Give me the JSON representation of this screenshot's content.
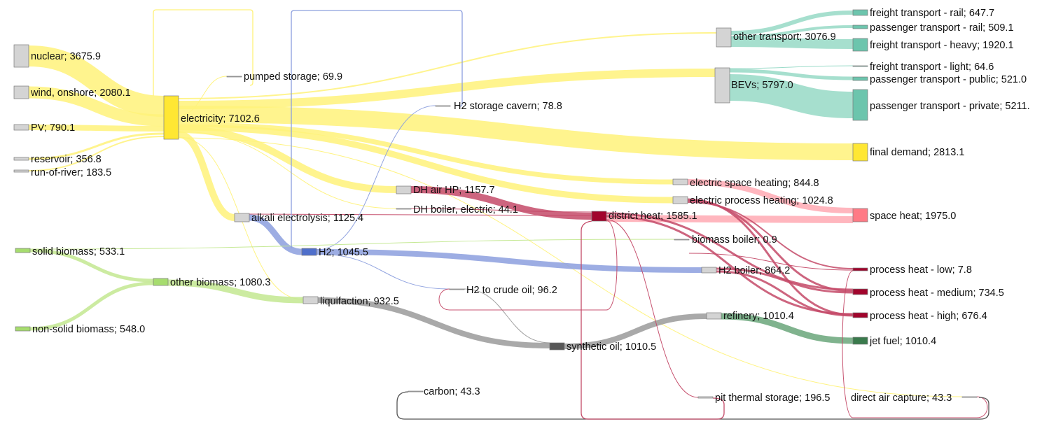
{
  "diagram": {
    "type": "sankey",
    "nodes": [
      {
        "id": "nuclear",
        "label": "nuclear; 3675.9",
        "color": "#d4d4d4"
      },
      {
        "id": "wind",
        "label": "wind, onshore; 2080.1",
        "color": "#d4d4d4"
      },
      {
        "id": "pv",
        "label": "PV; 790.1",
        "color": "#d4d4d4"
      },
      {
        "id": "reservoir",
        "label": "reservoir; 356.8",
        "color": "#d4d4d4"
      },
      {
        "id": "ror",
        "label": "run-of-river; 183.5",
        "color": "#d4d4d4"
      },
      {
        "id": "solidbio",
        "label": "solid biomass; 533.1",
        "color": "#a6dc6e"
      },
      {
        "id": "nonsolidbio",
        "label": "non-solid biomass; 548.0",
        "color": "#a6dc6e"
      },
      {
        "id": "otherbio",
        "label": "other biomass; 1080.3",
        "color": "#a6dc6e"
      },
      {
        "id": "electricity",
        "label": "electricity; 7102.6",
        "color": "#ffe733"
      },
      {
        "id": "pumped",
        "label": "pumped storage; 69.9",
        "color": "#d4d4d4"
      },
      {
        "id": "alkali",
        "label": "alkali electrolysis; 1125.4",
        "color": "#d4d4d4"
      },
      {
        "id": "h2",
        "label": "H2; 1045.5",
        "color": "#4f6fcb"
      },
      {
        "id": "h2cavern",
        "label": "H2 storage cavern; 78.8",
        "color": "#d4d4d4"
      },
      {
        "id": "liquif",
        "label": "liquifaction; 932.5",
        "color": "#d4d4d4"
      },
      {
        "id": "dhairhp",
        "label": "DH air HP; 1157.7",
        "color": "#d4d4d4"
      },
      {
        "id": "dhboiler",
        "label": "DH boiler, electric; 44.1",
        "color": "#d4d4d4"
      },
      {
        "id": "h2crude",
        "label": "H2 to crude oil; 96.2",
        "color": "#d4d4d4"
      },
      {
        "id": "carbon",
        "label": "carbon; 43.3",
        "color": "#d4d4d4"
      },
      {
        "id": "synoil",
        "label": "synthetic oil; 1010.5",
        "color": "#575757"
      },
      {
        "id": "districtheat",
        "label": "district heat; 1585.1",
        "color": "#a1042c"
      },
      {
        "id": "otransport",
        "label": "other transport; 3076.9",
        "color": "#d4d4d4"
      },
      {
        "id": "bevs",
        "label": "BEVs; 5797.0",
        "color": "#d4d4d4"
      },
      {
        "id": "espace",
        "label": "electric space heating; 844.8",
        "color": "#d4d4d4"
      },
      {
        "id": "eprocess",
        "label": "electric process heating; 1024.8",
        "color": "#d4d4d4"
      },
      {
        "id": "biomassboiler",
        "label": "biomass boiler; 0.9",
        "color": "#d4d4d4"
      },
      {
        "id": "h2boiler",
        "label": "H2 boiler; 864.2",
        "color": "#d4d4d4"
      },
      {
        "id": "refinery",
        "label": "refinery; 1010.4",
        "color": "#d4d4d4"
      },
      {
        "id": "pitstorage",
        "label": "pit thermal storage; 196.5",
        "color": "#d4d4d4"
      },
      {
        "id": "dac",
        "label": "direct air capture; 43.3",
        "color": "#d4d4d4"
      },
      {
        "id": "frail",
        "label": "freight transport - rail; 647.7",
        "color": "#6cc5ad"
      },
      {
        "id": "prail",
        "label": "passenger transport - rail; 509.1",
        "color": "#6cc5ad"
      },
      {
        "id": "fheavy",
        "label": "freight transport - heavy; 1920.1",
        "color": "#6cc5ad"
      },
      {
        "id": "flight",
        "label": "freight transport - light; 64.6",
        "color": "#6cc5ad"
      },
      {
        "id": "ppublic",
        "label": "passenger transport - public; 521.0",
        "color": "#6cc5ad"
      },
      {
        "id": "pprivate",
        "label": "passenger transport - private; 5211.",
        "color": "#6cc5ad"
      },
      {
        "id": "finaldemand",
        "label": "final demand; 2813.1",
        "color": "#ffe733"
      },
      {
        "id": "spaceheat",
        "label": "space heat; 1975.0",
        "color": "#ff7a85"
      },
      {
        "id": "phlow",
        "label": "process heat - low; 7.8",
        "color": "#a1042c"
      },
      {
        "id": "phmed",
        "label": "process heat - medium; 734.5",
        "color": "#a1042c"
      },
      {
        "id": "phhigh",
        "label": "process heat - high; 676.4",
        "color": "#a1042c"
      },
      {
        "id": "jetfuel",
        "label": "jet fuel; 1010.4",
        "color": "#3a7a4c"
      }
    ],
    "flow_colors": {
      "electricity": "#fff27a",
      "hydrogen": "#8c9fde",
      "biomass": "#c3e890",
      "oil": "#9a9a9a",
      "heat": "#c44a68",
      "space_heat": "#ffa9b3",
      "transport": "#96d9c6",
      "jet": "#6aa67a"
    }
  }
}
